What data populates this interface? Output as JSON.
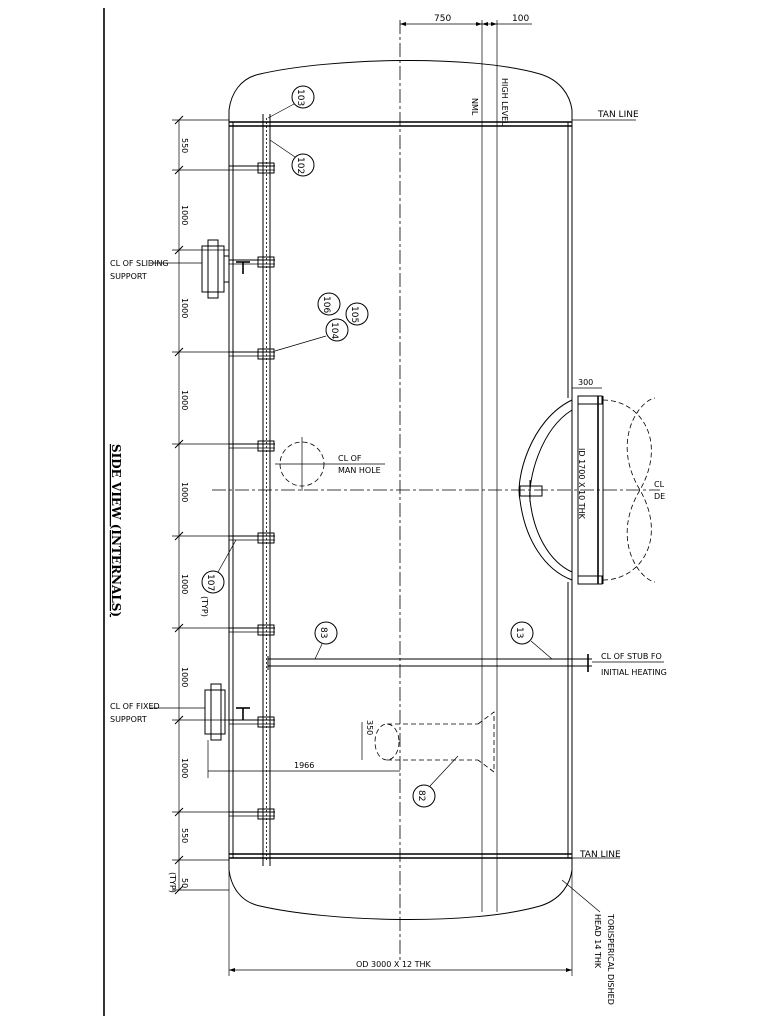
{
  "title": "SIDE VIEW (INTERNALS)",
  "top_dims": [
    "750",
    "100"
  ],
  "levels": {
    "nml": "NML",
    "high": "HIGH LEVEL"
  },
  "tan_line": "TAN LINE",
  "left_dims": [
    "550",
    "1000",
    "1000",
    "1000",
    "1000",
    "1000",
    "1000",
    "1000",
    "550"
  ],
  "bottom_left_dim": {
    "value": "50",
    "note": "(TYP)"
  },
  "supports": {
    "sliding": [
      "CL OF SLIDING",
      "SUPPORT"
    ],
    "fixed": [
      "CL OF FIXED",
      "SUPPORT"
    ]
  },
  "manhole_cl": [
    "CL OF",
    "MAN HOLE"
  ],
  "manway": {
    "dim": "300",
    "size": "ID 1700 X 10 THK"
  },
  "right_cl": [
    "CL",
    "DE"
  ],
  "stub": [
    "CL OF STUB FO",
    "INITIAL HEATING"
  ],
  "callouts": {
    "c103": "103",
    "c102": "102",
    "c105": "105",
    "c106": "106",
    "c104": "104",
    "c107": "107",
    "c107_typ": "(TYP)",
    "c83": "83",
    "c13": "13",
    "c82": "82"
  },
  "dims": {
    "d350": "350",
    "d1966": "1966"
  },
  "shell": "OD 3000 X 12 THK",
  "head": [
    "TORISPERICAL DISHED",
    "HEAD 14 THK"
  ]
}
